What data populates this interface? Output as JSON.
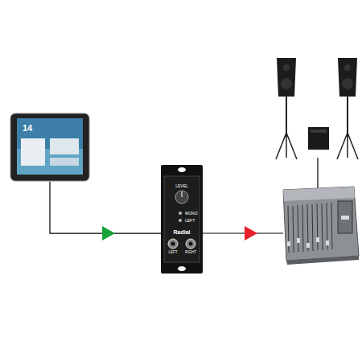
{
  "diagram": {
    "nodes": [
      {
        "text": [
          "14"
        ]
      },
      {
        "text": [
          "LEVEL",
          "MONO",
          "LEFT",
          "Radial",
          "LEFT",
          "RIGHT"
        ]
      }
    ],
    "edges": [
      {
        "from": 0,
        "to": 1,
        "arrow": "to"
      }
    ]
  }
}
